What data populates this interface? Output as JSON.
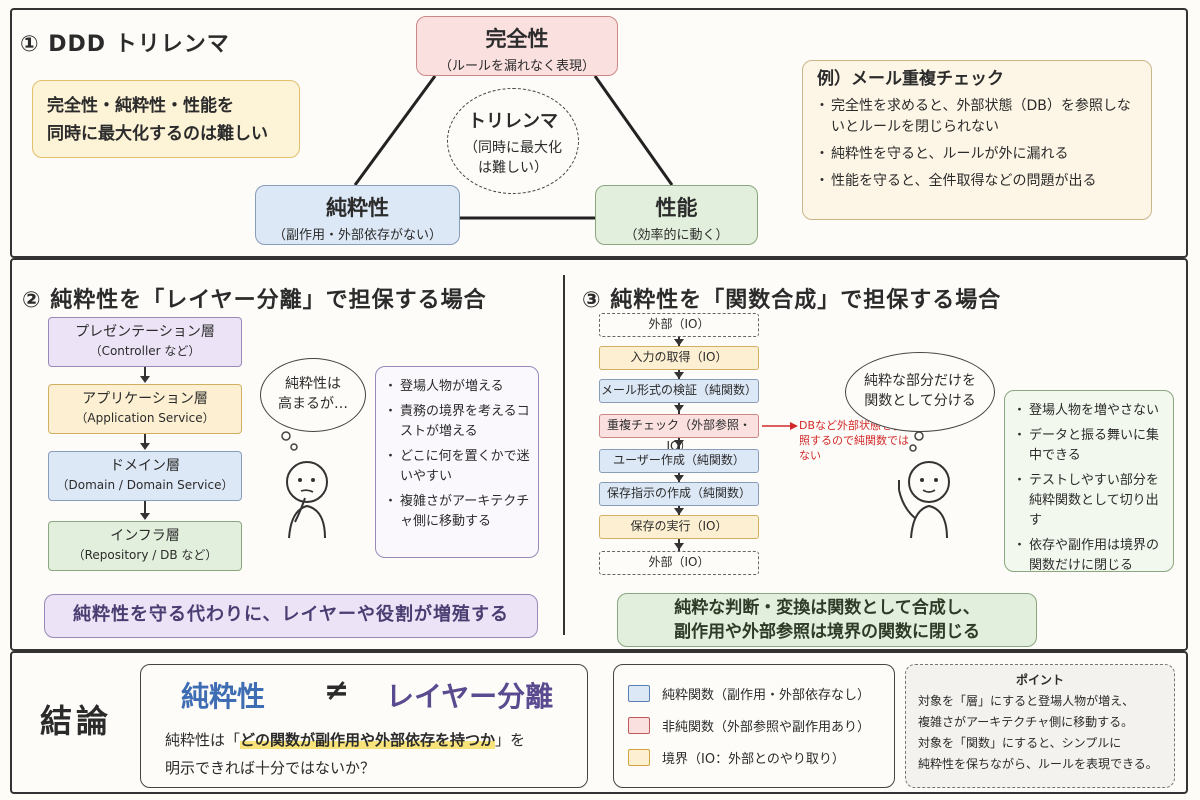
{
  "section1": {
    "title": "① DDD トリレンマ",
    "top": {
      "title": "完全性",
      "sub": "（ルールを漏れなく表現）"
    },
    "left": {
      "title": "純粋性",
      "sub": "（副作用・外部依存がない）"
    },
    "right": {
      "title": "性能",
      "sub": "（効率的に動く）"
    },
    "center": {
      "title": "トリレンマ",
      "sub1": "（同時に最大化",
      "sub2": "は難しい）"
    },
    "note": {
      "line1": "完全性・純粋性・性能を",
      "line2": "同時に最大化するのは難しい"
    },
    "example": {
      "title": "例）メール重複チェック",
      "items": [
        "完全性を求めると、外部状態（DB）を参照しないとルールを閉じられない",
        "純粋性を守ると、ルールが外に漏れる",
        "性能を守ると、全件取得などの問題が出る"
      ]
    }
  },
  "section2": {
    "title": "② 純粋性を「レイヤー分離」で担保する場合",
    "layers": [
      {
        "name": "プレゼンテーション層",
        "sub": "（Controller など）"
      },
      {
        "name": "アプリケーション層",
        "sub": "（Application Service）"
      },
      {
        "name": "ドメイン層",
        "sub": "（Domain / Domain Service）"
      },
      {
        "name": "インフラ層",
        "sub": "（Repository / DB など）"
      }
    ],
    "bubble": {
      "line1": "純粋性は",
      "line2": "高まるが…"
    },
    "items": [
      "登場人物が増える",
      "責務の境界を考えるコストが増える",
      "どこに何を置くかで迷いやすい",
      "複雑さがアーキテクチャ側に移動する"
    ],
    "banner": "純粋性を守る代わりに、レイヤーや役割が増殖する"
  },
  "section3": {
    "title": "③ 純粋性を「関数合成」で担保する場合",
    "flow": [
      "外部（IO）",
      "入力の取得（IO）",
      "メール形式の検証（純関数）",
      "重複チェック（外部参照・IO）",
      "ユーザー作成（純関数）",
      "保存指示の作成（純関数）",
      "保存の実行（IO）",
      "外部（IO）"
    ],
    "red_note": "DBなど外部状態を参照するので純関数ではない",
    "bubble": {
      "line1": "純粋な部分だけを",
      "line2": "関数として分ける"
    },
    "items": [
      "登場人物を増やさない",
      "データと振る舞いに集中できる",
      "テストしやすい部分を純粋関数として切り出す",
      "依存や副作用は境界の関数だけに閉じる"
    ],
    "banner": {
      "line1": "純粋な判断・変換は関数として合成し、",
      "line2": "副作用や外部参照は境界の関数に閉じる"
    }
  },
  "conclusion": {
    "title": "結論",
    "left_word": "純粋性",
    "neq": "≠",
    "right_word": "レイヤー分離",
    "text_pre": "純粋性は「",
    "text_highlight": "どの関数が副作用や外部依存を持つか",
    "text_post": "」を",
    "text_line2": "明示できれば十分ではないか？",
    "legend": [
      {
        "label": "純粋関数（副作用・外部依存なし）",
        "color": "#dde8f6",
        "border": "#5b7fb3"
      },
      {
        "label": "非純関数（外部参照や副作用あり）",
        "color": "#fbe0e0",
        "border": "#c05a5a"
      },
      {
        "label": "境界（IO：外部とのやり取り）",
        "color": "#fdf0d2",
        "border": "#d1a43c"
      }
    ],
    "point": {
      "title": "ポイント",
      "lines": [
        "対象を「層」にすると登場人物が増え、",
        "複雑さがアーキテクチャ側に移動する。",
        "対象を「関数」にすると、シンプルに",
        "純粋性を保ちながら、ルールを表現できる。"
      ]
    }
  },
  "colors": {
    "purity_blue": "#3f6db3",
    "layer_purple": "#5a4a8f",
    "red_text": "#d12a2a",
    "highlight": "#f8e27a"
  }
}
